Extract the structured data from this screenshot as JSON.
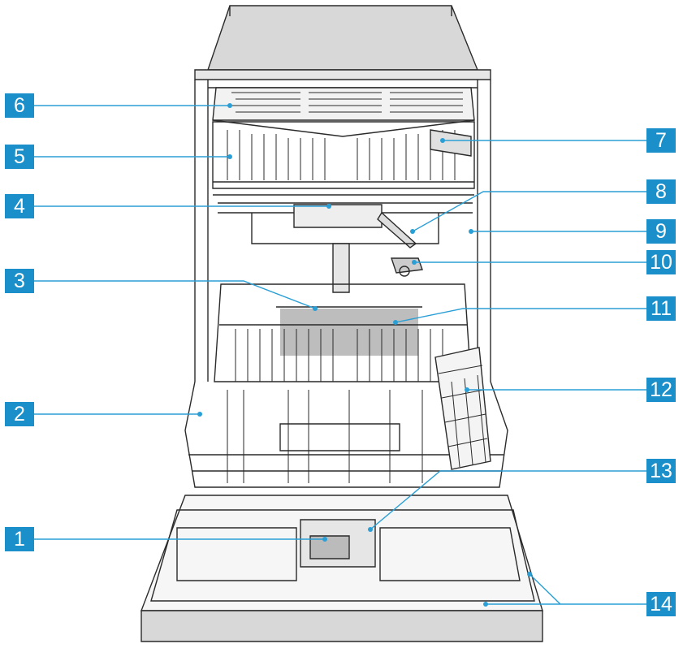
{
  "colors": {
    "badge": "#1b8fc9",
    "leader": "#2a9fd6",
    "line": "#2a2a2a",
    "base": "#d8d8d8",
    "shade": "#9a9a9a"
  },
  "callouts": [
    {
      "number": "1"
    },
    {
      "number": "2"
    },
    {
      "number": "3"
    },
    {
      "number": "4"
    },
    {
      "number": "5"
    },
    {
      "number": "6"
    },
    {
      "number": "7"
    },
    {
      "number": "8"
    },
    {
      "number": "9"
    },
    {
      "number": "10"
    },
    {
      "number": "11"
    },
    {
      "number": "12"
    },
    {
      "number": "13"
    },
    {
      "number": "14"
    }
  ]
}
